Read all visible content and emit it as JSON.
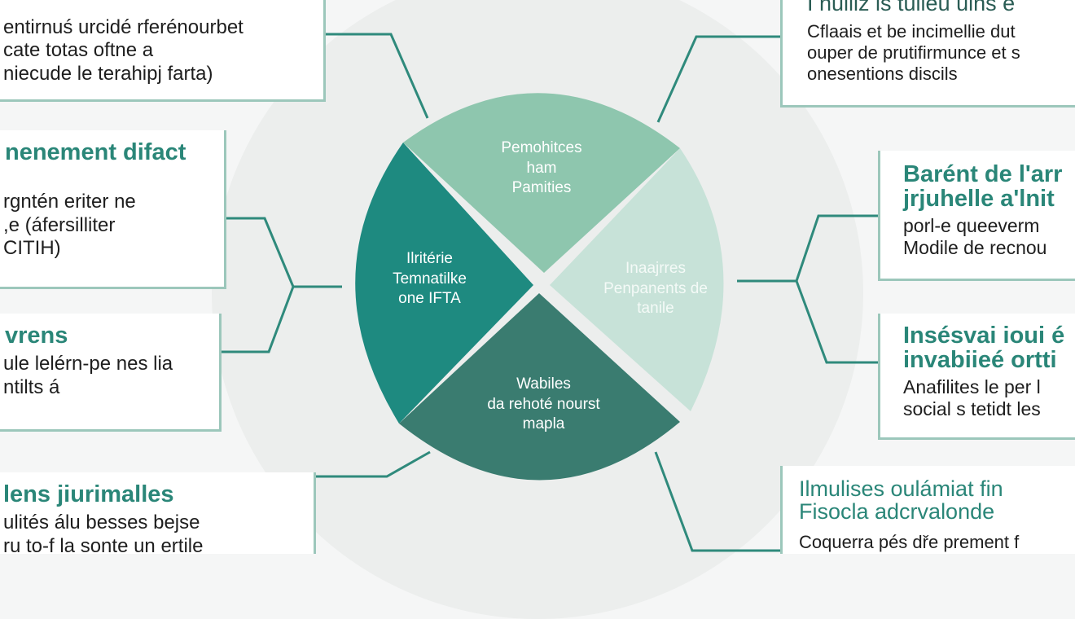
{
  "colors": {
    "accent": "#2a8678",
    "segment_top": "#8ec6ae",
    "segment_right": "#c7e2d8",
    "segment_left": "#1e8a80",
    "segment_bottom": "#3a7c70",
    "connector": "#2f8a7c"
  },
  "wheel": {
    "segment_top": [
      "Pemohitces",
      "ham",
      "Pamities"
    ],
    "segment_right": [
      "Inaajrres",
      "Penpanents de",
      "tanile"
    ],
    "segment_left": [
      "Ilritérie",
      "Temnatilke",
      "one IFTA"
    ],
    "segment_bottom": [
      "Wabiles",
      "da rehoté nourst",
      "mapla"
    ]
  },
  "left_boxes": [
    {
      "head": [],
      "body": [
        "entirnuś urcidé rferénourbet",
        "cate totas oftne a",
        "niecude le terahipj farta)"
      ]
    },
    {
      "head": [
        "nenement difact"
      ],
      "body": [
        "rgntén eriter ne",
        ",e (áfersilliter",
        "CITIH)"
      ]
    },
    {
      "head": [
        "vrens"
      ],
      "body": [
        "ule lelérn-pe nes lia",
        "ntilts á"
      ]
    },
    {
      "head": [
        "lens jiurimalles"
      ],
      "body": [
        "ulités álu besses bejse",
        "ru to-f la sonte un ertile"
      ]
    }
  ],
  "right_boxes": [
    {
      "head": [
        "I nulliz is tulieu uins e"
      ],
      "body": [
        "Cflaais et be incimellie dut",
        "ouper de prutifirmunce et s",
        "onesentions discils"
      ]
    },
    {
      "head": [
        "Barént de l'arr",
        "jrjuhelle a'lnit"
      ],
      "body": [
        "porl-e queeverm",
        "Modile de recnou"
      ]
    },
    {
      "head": [
        "Insésvai ioui é",
        "invabiieé ortti"
      ],
      "body": [
        "Anafilites le per l",
        "social s tetidt les"
      ]
    },
    {
      "head": [
        "Ilmulises oulámiat fin",
        "Fisocla adcrvalonde"
      ],
      "body": [
        "Coquerra pés dře prement f"
      ]
    }
  ]
}
